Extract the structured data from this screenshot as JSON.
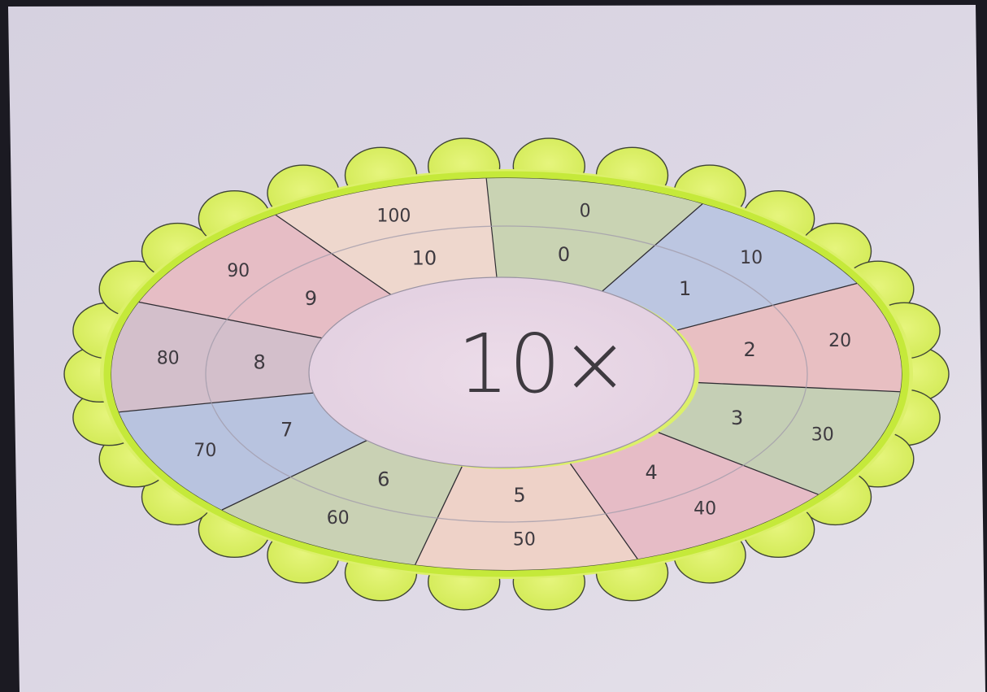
{
  "center_label": "10×",
  "segments": [
    {
      "multiplier": "0",
      "product": "0",
      "color": "#c9d3b3"
    },
    {
      "multiplier": "1",
      "product": "10",
      "color": "#bcc6e1"
    },
    {
      "multiplier": "2",
      "product": "20",
      "color": "#e8bfc2"
    },
    {
      "multiplier": "3",
      "product": "30",
      "color": "#c5cfb5"
    },
    {
      "multiplier": "4",
      "product": "40",
      "color": "#e6bcc6"
    },
    {
      "multiplier": "5",
      "product": "50",
      "color": "#eed2c8"
    },
    {
      "multiplier": "6",
      "product": "60",
      "color": "#c9d1b4"
    },
    {
      "multiplier": "7",
      "product": "70",
      "color": "#b8c3df"
    },
    {
      "multiplier": "8",
      "product": "80",
      "color": "#d3bfcb"
    },
    {
      "multiplier": "9",
      "product": "90",
      "color": "#e6bdc5"
    },
    {
      "multiplier": "10",
      "product": "100",
      "color": "#eed7cd"
    }
  ],
  "colors": {
    "paper": "#d8d3e2",
    "flower_fill": "#dcf06a",
    "flower_outline": "#3f4436",
    "rim": "#c5e93a",
    "center_fill": "#e8d6e6",
    "ink": "#3e3a40",
    "background_dark": "#1b1a22"
  }
}
